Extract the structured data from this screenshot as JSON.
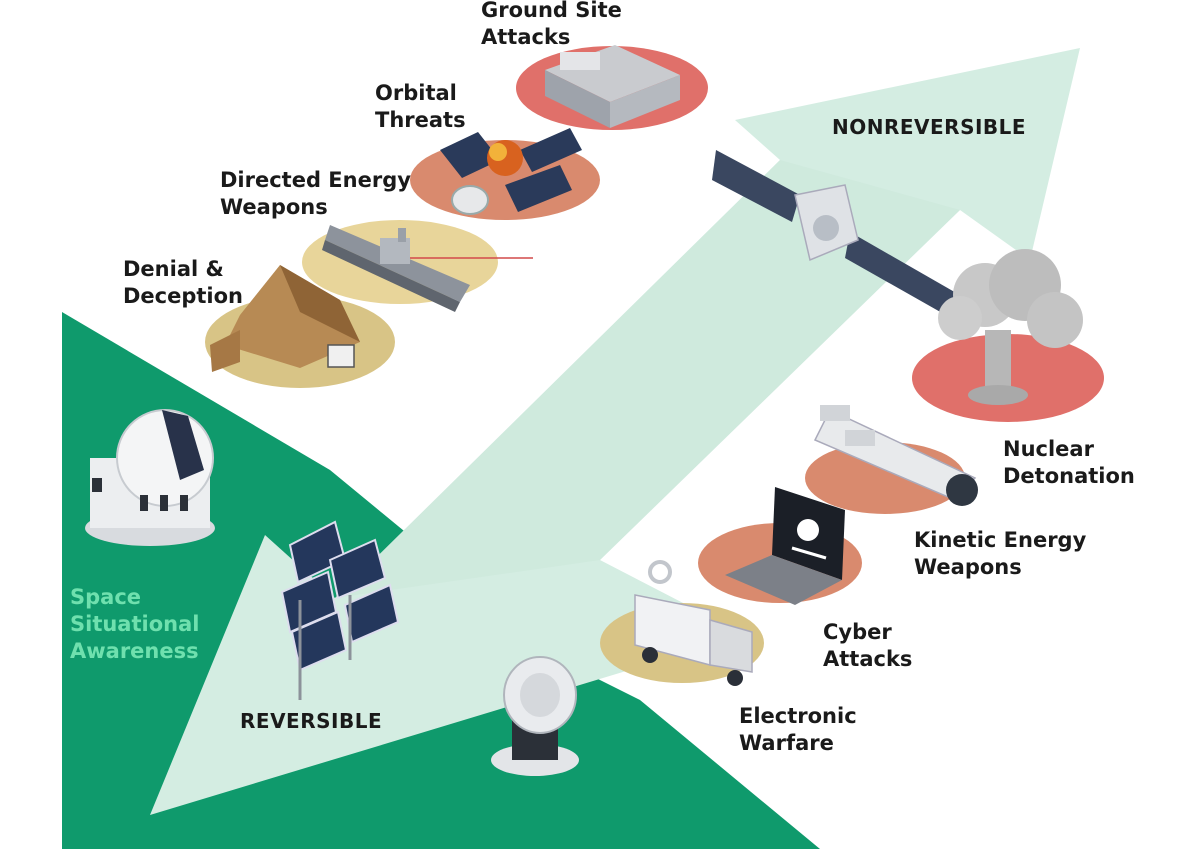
{
  "labels": {
    "ground_site": "Ground Site\nAttacks",
    "orbital": "Orbital\nThreats",
    "directed_energy": "Directed Energy\nWeapons",
    "denial": "Denial &\nDeception",
    "nonreversible": "NONREVERSIBLE",
    "nuclear": "Nuclear\nDetonation",
    "kinetic": "Kinetic Energy\nWeapons",
    "cyber": "Cyber\nAttacks",
    "electronic": "Electronic\nWarfare",
    "space_sa": "Space\nSituational\nAwareness",
    "reversible": "REVERSIBLE"
  },
  "icons": [
    "ground-station-building-icon",
    "satellite-collision-icon",
    "navy-ship-laser-icon",
    "camouflage-tent-truck-icon",
    "satellite-icon",
    "mushroom-cloud-icon",
    "missile-icon",
    "laptop-skull-icon",
    "jammer-truck-icon",
    "radar-dish-icon",
    "solar-panels-icon",
    "observatory-icon"
  ],
  "colors": {
    "arrow": "#d4ede2",
    "green_band": "#0f9a6c",
    "disc_red": "#e0706a",
    "disc_salmon": "#d98a6e",
    "disc_tan": "#d8c486",
    "disc_light_tan": "#e8d59a"
  }
}
